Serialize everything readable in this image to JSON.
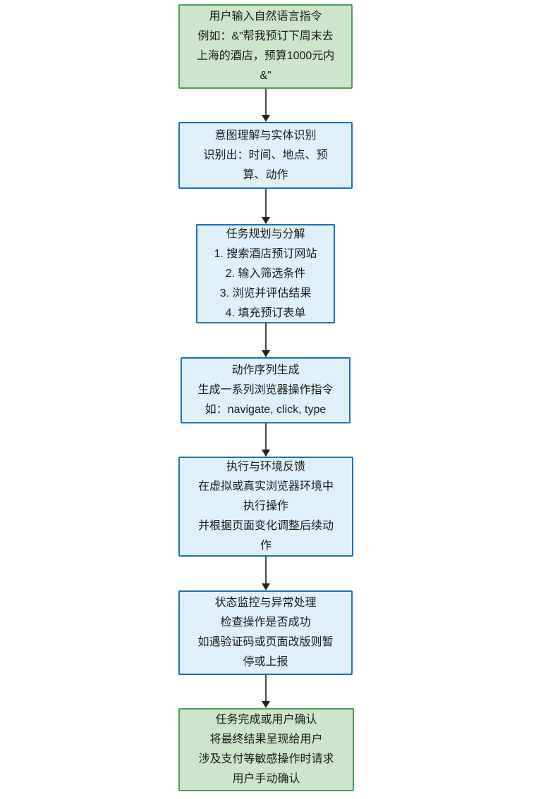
{
  "diagram": {
    "type": "flowchart",
    "direction": "top-down",
    "colors": {
      "green_fill": "#cde5cd",
      "green_border": "#4c9b53",
      "blue_fill": "#dff0fb",
      "blue_border": "#1e6fb8",
      "arrow": "#454545",
      "arrow_head": "#222222",
      "text": "#1a1a1a",
      "background": "#ffffff"
    },
    "nodes": [
      {
        "id": "user-input",
        "style": "green",
        "lines": [
          "用户输入自然语言指令",
          "例如：&\"帮我预订下周末去",
          "上海的酒店，预算1000元内",
          "&\""
        ]
      },
      {
        "id": "intent-entity",
        "style": "blue",
        "lines": [
          "意图理解与实体识别",
          "识别出：时间、地点、预",
          "算、动作"
        ]
      },
      {
        "id": "task-planning",
        "style": "blue",
        "lines": [
          "任务规划与分解",
          "1. 搜索酒店预订网站",
          "2. 输入筛选条件",
          "3. 浏览并评估结果",
          "4. 填充预订表单"
        ]
      },
      {
        "id": "action-sequence",
        "style": "blue",
        "lines": [
          "动作序列生成",
          "生成一系列浏览器操作指令",
          "如：navigate, click, type"
        ]
      },
      {
        "id": "execution-feedback",
        "style": "blue",
        "lines": [
          "执行与环境反馈",
          "在虚拟或真实浏览器环境中",
          "执行操作",
          "并根据页面变化调整后续动",
          "作"
        ]
      },
      {
        "id": "status-monitoring",
        "style": "blue",
        "lines": [
          "状态监控与异常处理",
          "检查操作是否成功",
          "如遇验证码或页面改版则暂",
          "停或上报"
        ]
      },
      {
        "id": "task-completion",
        "style": "green",
        "lines": [
          "任务完成或用户确认",
          "将最终结果呈现给用户",
          "涉及支付等敏感操作时请求",
          "用户手动确认"
        ]
      }
    ],
    "edges": [
      {
        "from": "user-input",
        "to": "intent-entity"
      },
      {
        "from": "intent-entity",
        "to": "task-planning"
      },
      {
        "from": "task-planning",
        "to": "action-sequence"
      },
      {
        "from": "action-sequence",
        "to": "execution-feedback"
      },
      {
        "from": "execution-feedback",
        "to": "status-monitoring"
      },
      {
        "from": "status-monitoring",
        "to": "task-completion"
      }
    ]
  }
}
